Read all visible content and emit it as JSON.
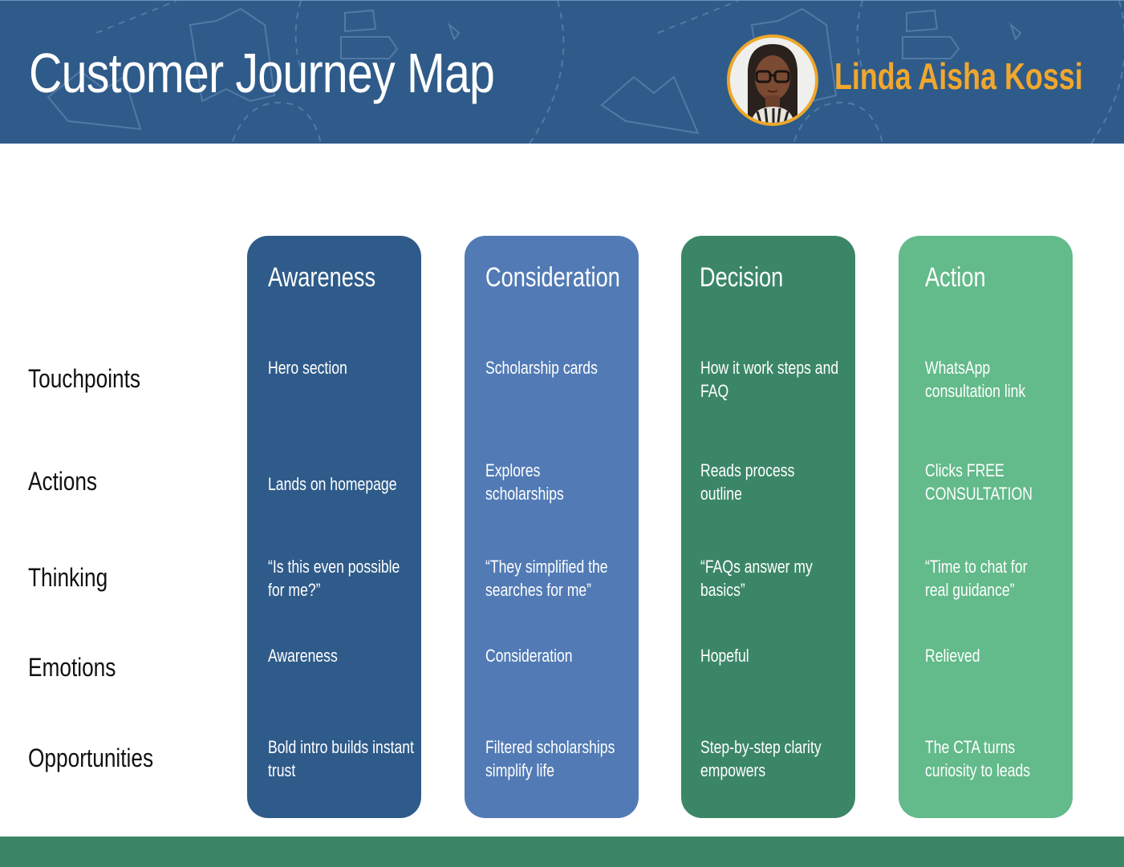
{
  "header": {
    "title": "Customer Journey Map",
    "persona_name": "Linda Aisha Kossi",
    "avatar_icon": "persona-avatar",
    "colors": {
      "background": "#2f5b8a",
      "name_accent": "#f1a72d",
      "avatar_ring": "#eda72a"
    }
  },
  "row_labels": [
    "Touchpoints",
    "Actions",
    "Thinking",
    "Emotions",
    "Opportunities"
  ],
  "stages": [
    {
      "title": "Awareness",
      "color": "#2f5b8a",
      "cells": [
        "Hero section",
        "Lands on homepage",
        "“Is this even possible for me?”",
        "Awareness",
        "Bold intro builds instant trust"
      ]
    },
    {
      "title": "Consideration",
      "color": "#527bb5",
      "cells": [
        "Scholarship cards",
        "Explores scholarships",
        "“They simplified the searches for me”",
        "Consideration",
        "Filtered scholarships simplify life"
      ]
    },
    {
      "title": "Decision",
      "color": "#3b8667",
      "cells": [
        "How it work steps and FAQ",
        "Reads process outline",
        "“FAQs answer my basics”",
        "Hopeful",
        "Step-by-step clarity empowers"
      ]
    },
    {
      "title": "Action",
      "color": "#63ba8a",
      "cells": [
        "WhatsApp consultation link",
        "Clicks FREE CONSULTATION",
        "“Time to chat for real guidance”",
        "Relieved",
        "The CTA turns curiosity to leads"
      ]
    }
  ],
  "footer": {
    "color": "#3b8667"
  }
}
